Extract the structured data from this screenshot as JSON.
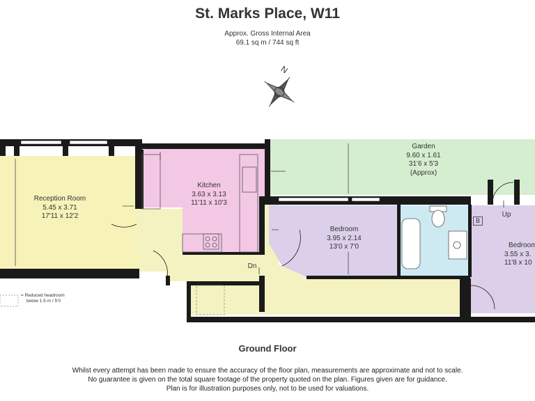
{
  "header": {
    "title": "St. Marks Place, W11",
    "area_label": "Approx. Gross Internal Area",
    "area_value": "69.1 sq m / 744 sq ft"
  },
  "compass": {
    "north_letter": "N",
    "icon": "compass-rose-icon"
  },
  "rooms": {
    "reception": {
      "name": "Reception Room",
      "metric": "5.45 x 3.71",
      "imperial": "17'11 x 12'2"
    },
    "kitchen": {
      "name": "Kitchen",
      "metric": "3.63 x 3.13",
      "imperial": "11'11 x 10'3"
    },
    "garden": {
      "name": "Garden",
      "metric": "9.60 x 1.61",
      "imperial": "31'6 x 5'3",
      "note": "(Approx)"
    },
    "bedroom1": {
      "name": "Bedroom",
      "metric": "3.95 x 2.14",
      "imperial": "13'0 x 7'0"
    },
    "bedroom2": {
      "name": "Bedroom",
      "metric": "3.55 x 3.",
      "imperial": "11'8 x 10"
    }
  },
  "markers": {
    "down": "Dn",
    "up": "Up",
    "boiler": "B"
  },
  "legend": {
    "line1": "= Reduced headroom",
    "line2": "below 1.5 m / 5'0"
  },
  "footer": {
    "floor": "Ground Floor",
    "disclaimer": [
      "Whilst every attempt has been made to ensure the accuracy of the floor plan, measurements are approximate and not to scale.",
      "No guarantee is given on the total square footage of the property quoted on the plan. Figures given are for guidance.",
      "Plan is for illustration purposes only, not to be used for valuations."
    ]
  },
  "colors": {
    "reception": "#f7f2b8",
    "kitchen": "#f3c8e4",
    "garden": "#d6eed0",
    "bedroom": "#dccfe9",
    "bathroom": "#cdeaf2",
    "hall": "#f4f2c0",
    "wall": "#1a1a1a"
  }
}
